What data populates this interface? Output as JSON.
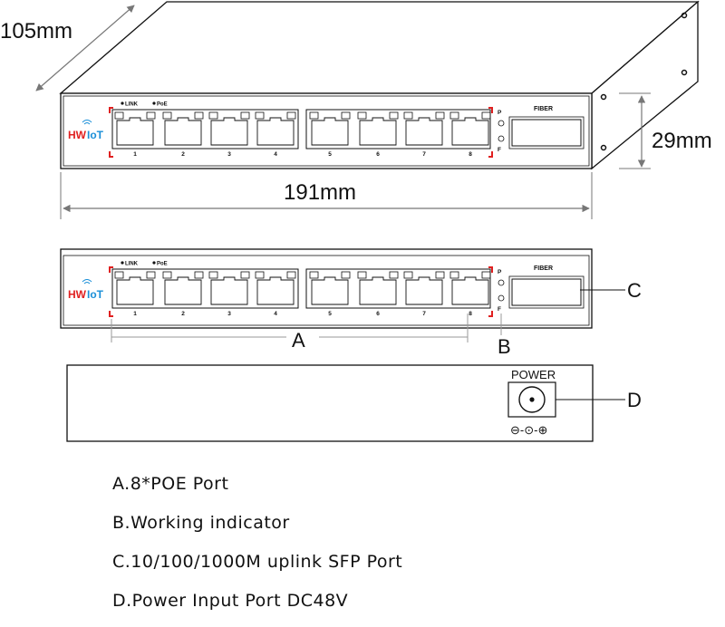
{
  "dimensions": {
    "depth": "105mm",
    "width": "191mm",
    "height": "29mm"
  },
  "brand": {
    "hw": "HW",
    "iot": "IoT"
  },
  "panel": {
    "link_label": "LINK",
    "poe_label": "PoE",
    "fiber_label": "FIBER",
    "indicator_p": "P",
    "indicator_f": "F",
    "port_numbers": [
      "1",
      "2",
      "3",
      "4",
      "5",
      "6",
      "7",
      "8"
    ]
  },
  "callouts": {
    "a": "A",
    "b": "B",
    "c": "C",
    "d": "D"
  },
  "rear": {
    "power_label": "POWER",
    "polarity": "⊖-⊙-⊕"
  },
  "legend": [
    "A.8*POE Port",
    "B.Working indicator",
    "C.10/100/1000M uplink SFP Port",
    "D.Power Input Port DC48V"
  ],
  "colors": {
    "line": "#111111",
    "brand_red": "#e02020",
    "brand_blue": "#1a8fd8",
    "dim_grey": "#777777"
  }
}
